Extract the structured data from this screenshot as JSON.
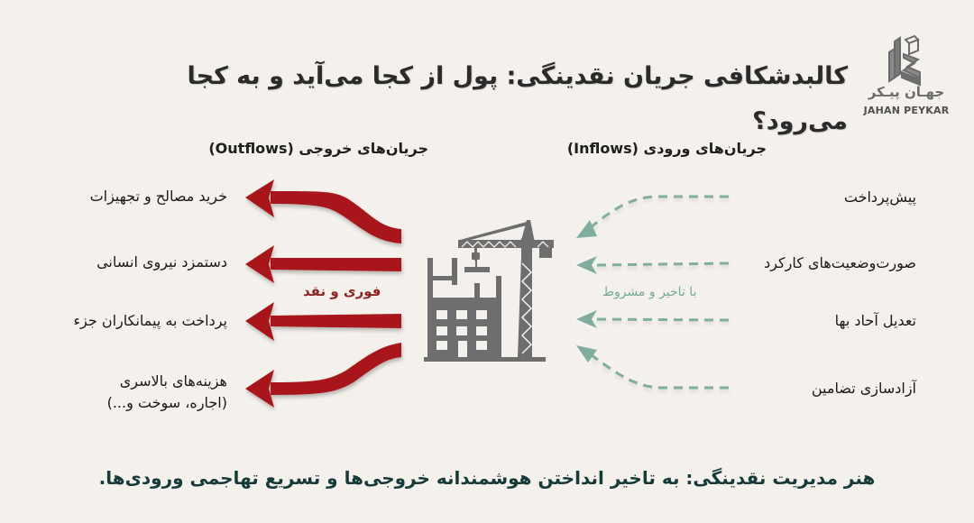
{
  "header": {
    "title": "کالبدشکافی جریان نقدینگی: پول از کجا می‌آید و به کجا می‌رود؟",
    "logo": {
      "icon": "building-blocks-logo-icon",
      "name_fa": "جهـان پیـکر",
      "name_en": "JAHAN PEYKAR"
    }
  },
  "outflows": {
    "heading": "جریان‌های خروجی (Outflows)",
    "tag": "فوری و نقد",
    "arrow_style": "solid-red-arrow",
    "items": [
      {
        "label": "خرید مصالح و تجهیزات"
      },
      {
        "label": "دستمزد نیروی انسانی"
      },
      {
        "label": "پرداخت به پیمانکاران جزء"
      },
      {
        "label": "هزینه‌های بالاسری",
        "sub": "(اجاره، سوخت و...)"
      }
    ]
  },
  "inflows": {
    "heading": "جریان‌های ورودی (Inflows)",
    "tag": "با تاخیر و مشروط",
    "arrow_style": "dashed-green-arrow",
    "items": [
      {
        "label": "پیش‌پرداخت"
      },
      {
        "label": "صورت‌وضعیت‌های کارکرد"
      },
      {
        "label": "تعدیل آحاد بها"
      },
      {
        "label": "آزادسازی تضامین"
      }
    ]
  },
  "center": {
    "icon": "construction-crane-building-icon"
  },
  "footer": {
    "text": "هنر مدیریت نقدینگی: به تاخیر انداختن هوشمندانه خروجی‌ها و تسریع تهاجمی ورودی‌ها."
  },
  "colors": {
    "background": "#f4f1ec",
    "outflow_red": "#a8191e",
    "inflow_green": "#7fae9f",
    "icon_gray": "#6e6e6e",
    "footer_text": "#163a3a"
  }
}
